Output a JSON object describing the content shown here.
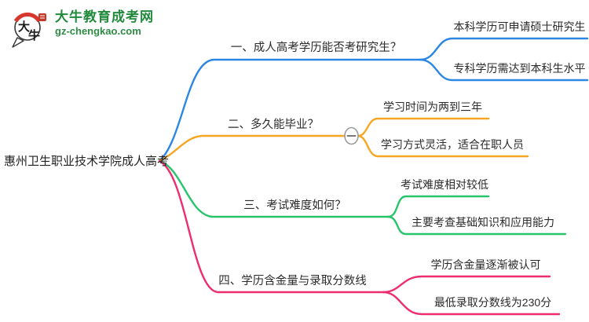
{
  "logo": {
    "icon_char_top": "大",
    "icon_char_bottom": "牛",
    "title": "大牛教育成考网",
    "domain": "gz-chengkao.com"
  },
  "root": {
    "label": "惠州卫生职业技术学院成人高考"
  },
  "colors": {
    "branch1_blue": "#2b87e3",
    "branch2_orange": "#f5a623",
    "branch3_green": "#27c46b",
    "branch4_pink": "#ee2d6f",
    "logo_green": "#218a3c",
    "text_dark": "#2b2b2b"
  },
  "branches": [
    {
      "label": "一、成人高考学历能否考研究生？",
      "color": "#2b87e3",
      "children": [
        "本科学历可申请硕士研究生",
        "专科学历需达到本科生水平"
      ]
    },
    {
      "label": "二、多久能毕业？",
      "color": "#f5a623",
      "collapse_toggle": "−",
      "children": [
        "学习时间为两到三年",
        "学习方式灵活，适合在职人员"
      ]
    },
    {
      "label": "三、考试难度如何？",
      "color": "#27c46b",
      "children": [
        "考试难度相对较低",
        "主要考查基础知识和应用能力"
      ]
    },
    {
      "label": "四、学历含金量与录取分数线",
      "color": "#ee2d6f",
      "children": [
        "学历含金量逐渐被认可",
        "最低录取分数线为230分"
      ]
    }
  ]
}
